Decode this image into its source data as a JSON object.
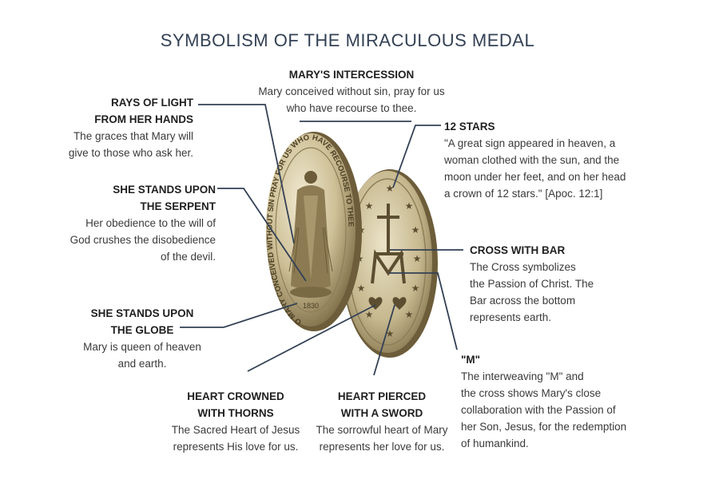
{
  "title": "SYMBOLISM OF THE MIRACULOUS MEDAL",
  "medal_front_text": "O MARY CONCEIVED WITHOUT SIN PRAY FOR US WHO HAVE RECOURSE TO THEE",
  "medal_year": "1830",
  "sections": {
    "intercession": {
      "heading": "MARY'S INTERCESSION",
      "body": [
        "Mary conceived without sin, pray for us",
        "who have recourse to thee."
      ]
    },
    "rays": {
      "heading": [
        "RAYS OF LIGHT",
        "FROM HER HANDS"
      ],
      "body": [
        "The graces that Mary will",
        "give to those who ask her."
      ]
    },
    "serpent": {
      "heading": [
        "SHE STANDS UPON",
        "THE SERPENT"
      ],
      "body": [
        "Her obedience to the will of",
        "God crushes the disobedience",
        "of the devil."
      ]
    },
    "globe": {
      "heading": [
        "SHE STANDS UPON",
        "THE GLOBE"
      ],
      "body": [
        "Mary is queen of heaven",
        "and earth."
      ]
    },
    "thorns": {
      "heading": [
        "HEART CROWNED",
        "WITH THORNS"
      ],
      "body": [
        "The Sacred Heart of Jesus",
        "represents His love for us."
      ]
    },
    "sword": {
      "heading": [
        "HEART PIERCED",
        "WITH A SWORD"
      ],
      "body": [
        "The sorrowful heart of Mary",
        "represents her love for us."
      ]
    },
    "stars": {
      "heading": "12 STARS",
      "body": [
        "\"A great sign appeared in heaven, a",
        "woman clothed with the sun, and the",
        "moon under her feet, and on her head",
        "a crown of 12 stars.\" [Apoc. 12:1]"
      ]
    },
    "cross": {
      "heading": "CROSS WITH BAR",
      "body": [
        "The Cross symbolizes",
        "the Passion of Christ. The",
        "Bar across the bottom",
        "represents earth."
      ]
    },
    "m": {
      "heading": "\"M\"",
      "body": [
        "The interweaving \"M\" and",
        "the cross shows Mary's close",
        "collaboration with the Passion of",
        "her Son, Jesus, for the redemption",
        "of humankind."
      ]
    }
  },
  "colors": {
    "text": "#2b2b2b",
    "title": "#334155",
    "line": "#334155",
    "medal_light": "#e6dcc0",
    "medal_dark": "#8a7a52"
  }
}
